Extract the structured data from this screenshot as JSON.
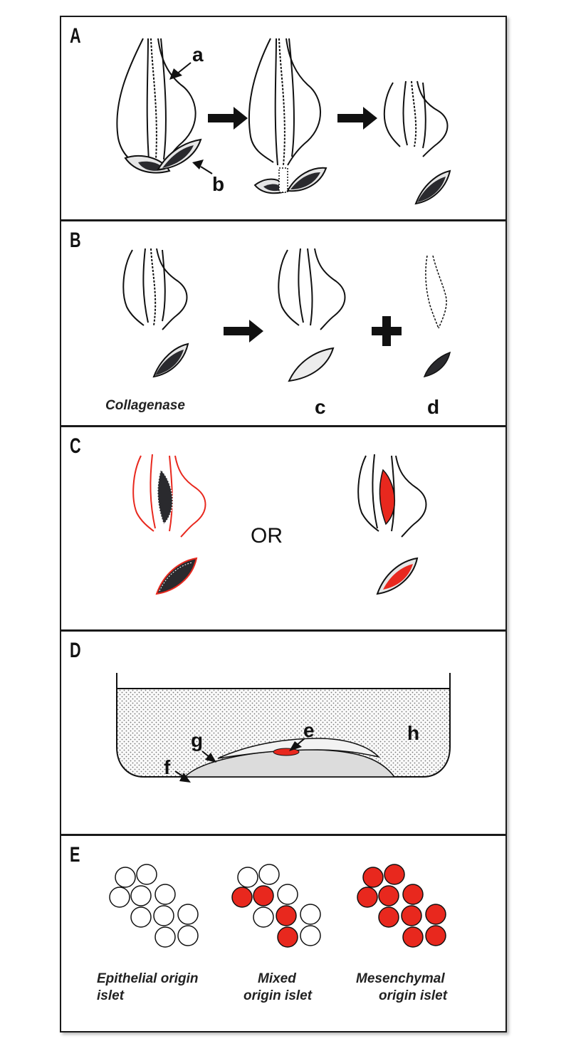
{
  "panels": {
    "A": {
      "label": "A",
      "annotation_a": "a",
      "annotation_b": "b"
    },
    "B": {
      "label": "B",
      "caption": "Collagenase",
      "annotation_c": "c",
      "annotation_d": "d"
    },
    "C": {
      "label": "C",
      "or_text": "OR"
    },
    "D": {
      "label": "D",
      "annotation_e": "e",
      "annotation_f": "f",
      "annotation_g": "g",
      "annotation_h": "h"
    },
    "E": {
      "label": "E",
      "captions": [
        {
          "line1": "Epithelial origin",
          "line2": "islet"
        },
        {
          "line1": "Mixed",
          "line2": "origin islet"
        },
        {
          "line1": "Mesenchymal",
          "line2": "origin islet"
        }
      ]
    }
  },
  "colors": {
    "red": "#e8281e",
    "dark": "#2a2a2e",
    "light": "#ececec",
    "border": "#1a1a1a"
  }
}
